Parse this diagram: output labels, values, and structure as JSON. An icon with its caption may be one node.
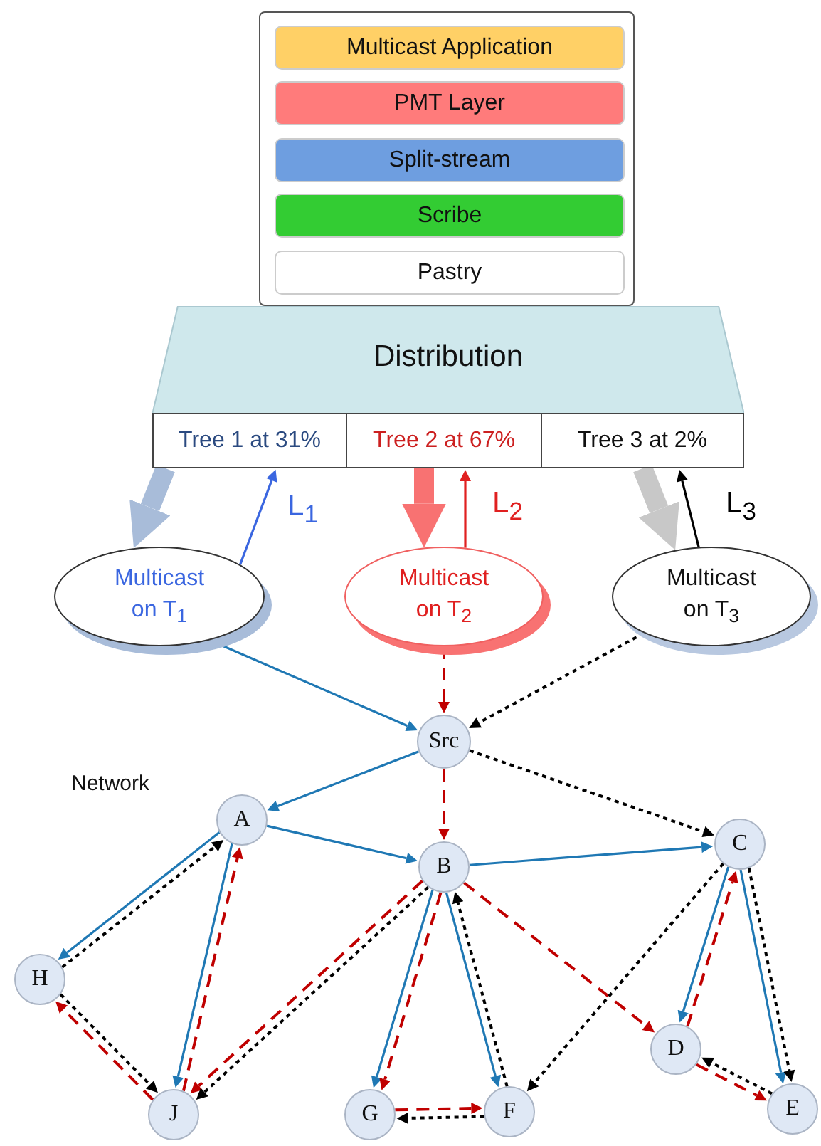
{
  "diagram": {
    "nodes": [
      {
        "text": [],
        "shape": "box"
      },
      {
        "text": [
          "Multicast Application"
        ],
        "in": 0
      },
      {
        "text": [
          "PMT Layer"
        ],
        "in": 0
      },
      {
        "text": [
          "Split-stream"
        ],
        "in": 0
      },
      {
        "text": [
          "Scribe"
        ],
        "in": 0
      },
      {
        "text": [
          "Pastry"
        ],
        "in": 0
      },
      {
        "text": [
          "Distribution"
        ]
      },
      {
        "text": [
          "Tree 1 at 31%"
        ]
      },
      {
        "text": [
          "Tree 2 at 67%"
        ]
      },
      {
        "text": [
          "Tree 3 at 2%"
        ]
      },
      {
        "text": [
          "Multicast on T$_{1}$"
        ]
      },
      {
        "text": [
          "Multicast on T$_{2}$"
        ]
      },
      {
        "text": [
          "Multicast on T$_{3}$"
        ]
      },
      {
        "text": [
          "Src"
        ]
      },
      {
        "text": [
          "A"
        ]
      },
      {
        "text": [
          "B"
        ]
      },
      {
        "text": [
          "C"
        ]
      },
      {
        "text": [
          "D"
        ]
      },
      {
        "text": [
          "E"
        ]
      },
      {
        "text": [
          "F"
        ]
      },
      {
        "text": [
          "G"
        ]
      },
      {
        "text": [
          "H"
        ]
      },
      {
        "text": [
          "J"
        ]
      }
    ],
    "edges": [
      {
        "from": 7,
        "to": 10,
        "arrow": "to",
        "style": "thick",
        "color": "#a8bcd9"
      },
      {
        "from": 10,
        "to": 7,
        "arrow": "to",
        "label": "L$_{1}$",
        "color": "#3a66e0"
      },
      {
        "from": 8,
        "to": 11,
        "arrow": "to",
        "style": "thick",
        "color": "#f87272"
      },
      {
        "from": 11,
        "to": 8,
        "arrow": "to",
        "label": "L$_{2}$",
        "color": "#e02020"
      },
      {
        "from": 9,
        "to": 12,
        "arrow": "to",
        "style": "thick",
        "color": "#c8c8c8"
      },
      {
        "from": 12,
        "to": 9,
        "arrow": "to",
        "label": "L$_{3}$",
        "color": "#000000"
      },
      {
        "from": 10,
        "to": 13,
        "arrow": "to",
        "color": "#1f78b4"
      },
      {
        "from": 13,
        "to": 14,
        "arrow": "to",
        "color": "#1f78b4"
      },
      {
        "from": 14,
        "to": 15,
        "arrow": "to",
        "color": "#1f78b4"
      },
      {
        "from": 14,
        "to": 21,
        "arrow": "to",
        "color": "#1f78b4"
      },
      {
        "from": 14,
        "to": 22,
        "arrow": "to",
        "color": "#1f78b4"
      },
      {
        "from": 15,
        "to": 16,
        "arrow": "to",
        "color": "#1f78b4"
      },
      {
        "from": 15,
        "to": 20,
        "arrow": "to",
        "color": "#1f78b4"
      },
      {
        "from": 15,
        "to": 19,
        "arrow": "to",
        "color": "#1f78b4"
      },
      {
        "from": 16,
        "to": 17,
        "arrow": "to",
        "color": "#1f78b4"
      },
      {
        "from": 16,
        "to": 18,
        "arrow": "to",
        "color": "#1f78b4"
      },
      {
        "from": 11,
        "to": 13,
        "arrow": "to",
        "style": "dashed",
        "color": "#c00000"
      },
      {
        "from": 13,
        "to": 15,
        "arrow": "to",
        "style": "dashed",
        "color": "#c00000"
      },
      {
        "from": 15,
        "to": 22,
        "arrow": "to",
        "style": "dashed",
        "color": "#c00000"
      },
      {
        "from": 15,
        "to": 20,
        "arrow": "to",
        "style": "dashed",
        "color": "#c00000"
      },
      {
        "from": 15,
        "to": 17,
        "arrow": "to",
        "style": "dashed",
        "color": "#c00000"
      },
      {
        "from": 22,
        "to": 14,
        "arrow": "to",
        "style": "dashed",
        "color": "#c00000"
      },
      {
        "from": 22,
        "to": 21,
        "arrow": "to",
        "style": "dashed",
        "color": "#c00000"
      },
      {
        "from": 20,
        "to": 19,
        "arrow": "to",
        "style": "dashed",
        "color": "#c00000"
      },
      {
        "from": 17,
        "to": 16,
        "arrow": "to",
        "style": "dashed",
        "color": "#c00000"
      },
      {
        "from": 17,
        "to": 18,
        "arrow": "to",
        "style": "dashed",
        "color": "#c00000"
      },
      {
        "from": 12,
        "to": 13,
        "arrow": "to",
        "style": "dashed",
        "color": "#000000"
      },
      {
        "from": 13,
        "to": 16,
        "arrow": "to",
        "style": "dashed",
        "color": "#000000"
      },
      {
        "from": 21,
        "to": 14,
        "arrow": "to",
        "style": "dashed",
        "color": "#000000"
      },
      {
        "from": 21,
        "to": 22,
        "arrow": "to",
        "style": "dashed",
        "color": "#000000"
      },
      {
        "from": 15,
        "to": 22,
        "arrow": "to",
        "style": "dashed",
        "color": "#000000"
      },
      {
        "from": 19,
        "to": 15,
        "arrow": "to",
        "style": "dashed",
        "color": "#000000"
      },
      {
        "from": 19,
        "to": 20,
        "arrow": "to",
        "style": "dashed",
        "color": "#000000"
      },
      {
        "from": 16,
        "to": 19,
        "arrow": "to",
        "style": "dashed",
        "color": "#000000"
      },
      {
        "from": 16,
        "to": 18,
        "arrow": "to",
        "style": "dashed",
        "color": "#000000"
      },
      {
        "from": 18,
        "to": 17,
        "arrow": "to",
        "style": "dashed",
        "color": "#000000"
      }
    ],
    "labels": [
      "Network"
    ]
  }
}
